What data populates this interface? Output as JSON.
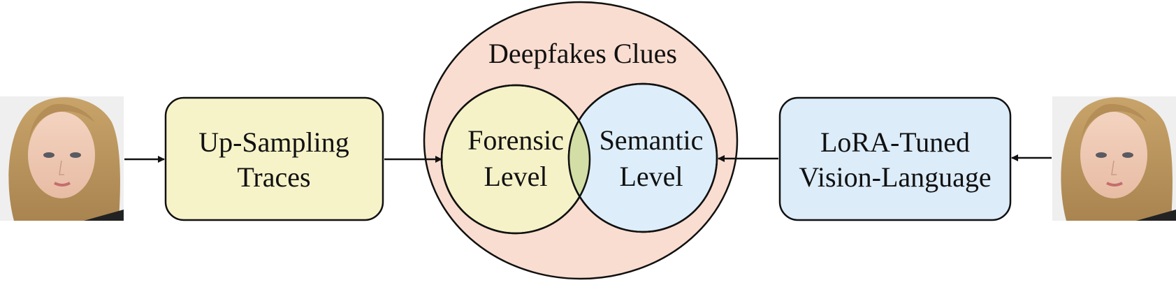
{
  "colors": {
    "outer_circle_fill": "#f9ddd0",
    "forensic_fill": "#f5f2c8",
    "semantic_fill": "#ddeefa",
    "overlap_fill": "#d3dea6",
    "left_box_fill": "#f6f3c9",
    "right_box_fill": "#dcecf9",
    "stroke": "#111111"
  },
  "diagram": {
    "title": "Deepfakes Clues",
    "left_box": {
      "line1": "Up-Sampling",
      "line2": "Traces"
    },
    "right_box": {
      "line1": "LoRA-Tuned",
      "line2": "Vision-Language"
    },
    "forensic": {
      "line1": "Forensic",
      "line2": "Level"
    },
    "semantic": {
      "line1": "Semantic",
      "line2": "Level"
    },
    "left_image_icon": "face-photo-icon",
    "right_image_icon": "face-photo-icon"
  }
}
